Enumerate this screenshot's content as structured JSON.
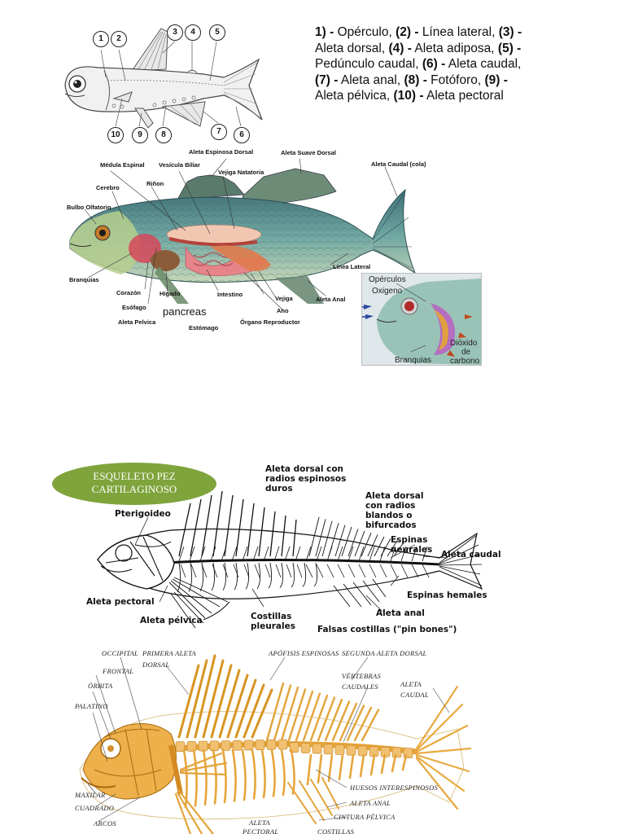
{
  "legend": {
    "items": [
      {
        "num": "1) -",
        "text": "Opérculo,"
      },
      {
        "num": "(2) -",
        "text": "Línea lateral,"
      },
      {
        "num": "(3) -",
        "text": "Aleta dorsal,"
      },
      {
        "num": "(4) -",
        "text": "Aleta adiposa,"
      },
      {
        "num": "(5) -",
        "text": "Pedúnculo caudal,"
      },
      {
        "num": "(6) -",
        "text": "Aleta caudal,"
      },
      {
        "num": "(7) -",
        "text": "Aleta anal,"
      },
      {
        "num": "(8) -",
        "text": "Fotóforo,"
      },
      {
        "num": "(9) -",
        "text": "Aleta pélvica,"
      },
      {
        "num": "(10) -",
        "text": "Aleta pectoral"
      }
    ]
  },
  "fig1": {
    "numbers": [
      "1",
      "2",
      "3",
      "4",
      "5",
      "10",
      "9",
      "8",
      "7",
      "6"
    ]
  },
  "fig2": {
    "labels": {
      "aleta_espinosa_dorsal": "Aleta Espinosa Dorsal",
      "aleta_suave_dorsal": "Aleta Suave Dorsal",
      "aleta_caudal": "Aleta Caudal (cola)",
      "medula_espinal": "Médula Espinal",
      "vesicula_biliar": "Vesícula Biliar",
      "vejiga_natatoria": "Vejiga Natatoria",
      "rinon": "Riñon",
      "cerebro": "Cerebro",
      "bulbo_olfatorio": "Bulbo Olfatorio",
      "branquias": "Branquias",
      "corazon": "Corazón",
      "higado": "Hígado",
      "esofago": "Esófago",
      "pancreas": "pancreas",
      "aleta_pelvica": "Aleta Pelvica",
      "estomago": "Estómago",
      "intestino": "Intestino",
      "vejiga": "Vejiga",
      "ano": "Ano",
      "organo_reproductor": "Órgano Reproductor",
      "linea_lateral": "Linea Lateral",
      "aleta_anal": "Aleta Anal"
    },
    "inset": {
      "operculos": "Opérculos",
      "oxigeno": "Oxigeno",
      "branquias": "Branquias",
      "dioxido": "Dióxido",
      "de": "de",
      "carbono": "carbono"
    }
  },
  "fig3": {
    "title_line1": "ESQUELETO PEZ",
    "title_line2": "CARTILAGINOSO",
    "labels": {
      "dorsal_duros_1": "Aleta dorsal con",
      "dorsal_duros_2": "radios espinosos",
      "dorsal_duros_3": "duros",
      "dorsal_blandos_1": "Aleta dorsal",
      "dorsal_blandos_2": "con radios",
      "dorsal_blandos_3": "blandos o",
      "dorsal_blandos_4": "bifurcados",
      "pterigoideo": "Pterigoideo",
      "espinas_neurales_1": "Espinas",
      "espinas_neurales_2": "neurales",
      "aleta_caudal": "Aleta caudal",
      "espinas_hemales": "Espinas hemales",
      "aleta_pectoral": "Aleta pectoral",
      "aleta_pelvica": "Aleta pélvica",
      "costillas_1": "Costillas",
      "costillas_2": "pleurales",
      "aleta_anal": "Aleta anal",
      "falsas_costillas": "Falsas costillas (\"pin bones\")"
    }
  },
  "fig4": {
    "labels": {
      "occipital": "OCCIPITAL",
      "primera_aleta_1": "PRIMERA ALETA",
      "primera_aleta_2": "DORSAL",
      "apofisis": "APÓFISIS ESPINOSAS",
      "segunda_aleta": "SEGUNDA ALETA DORSAL",
      "frontal": "FRONTAL",
      "orbita": "ÓRBITA",
      "vertebras_1": "VÉRTEBRAS",
      "vertebras_2": "CAUDALES",
      "aleta_caudal_1": "ALETA",
      "aleta_caudal_2": "CAUDAL",
      "palatino": "PALATINO",
      "maxilar": "MAXILAR",
      "cuadrado": "CUADRADO",
      "arcos": "ARCOS",
      "huesos": "HUESOS INTERESPINOSOS",
      "aleta_anal": "ALETA ANAL",
      "cintura": "CINTURA PÉLVICA",
      "aleta_bottom": "ALETA",
      "pectoral_bottom": "PECTORAL",
      "costillas_bottom": "COSTILLAS"
    }
  },
  "colors": {
    "pill": "#7fa43c",
    "fish_body": "#5f9a98",
    "skeleton": "#e6a53a",
    "inset_bg": "#dfe7ea"
  }
}
